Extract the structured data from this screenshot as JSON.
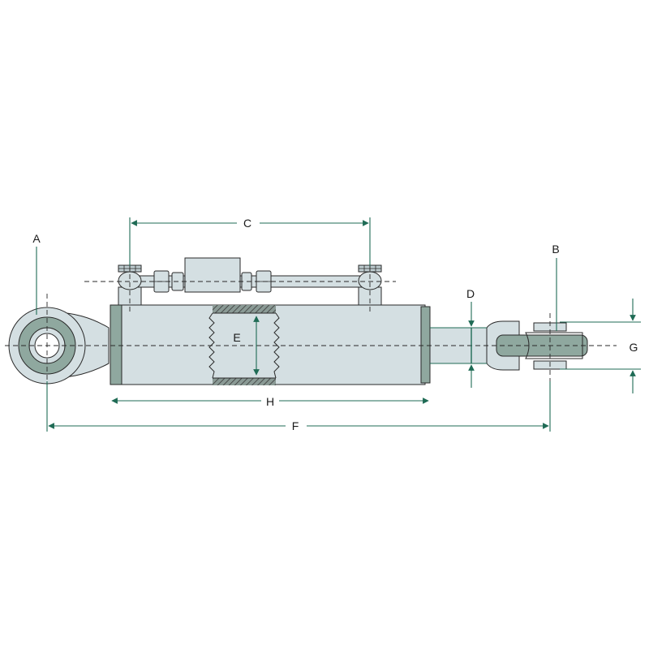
{
  "labels": {
    "a": "A",
    "b": "B",
    "c": "C",
    "d": "D",
    "e": "E",
    "f": "F",
    "g": "G",
    "h": "H"
  },
  "colors": {
    "metal": "#d4dfe2",
    "metal_dark": "#bfcdd1",
    "bushing": "#8fa89f",
    "dimension_line": "#1f6b55",
    "outline": "#2a2a2a",
    "hatch": "#555555"
  }
}
